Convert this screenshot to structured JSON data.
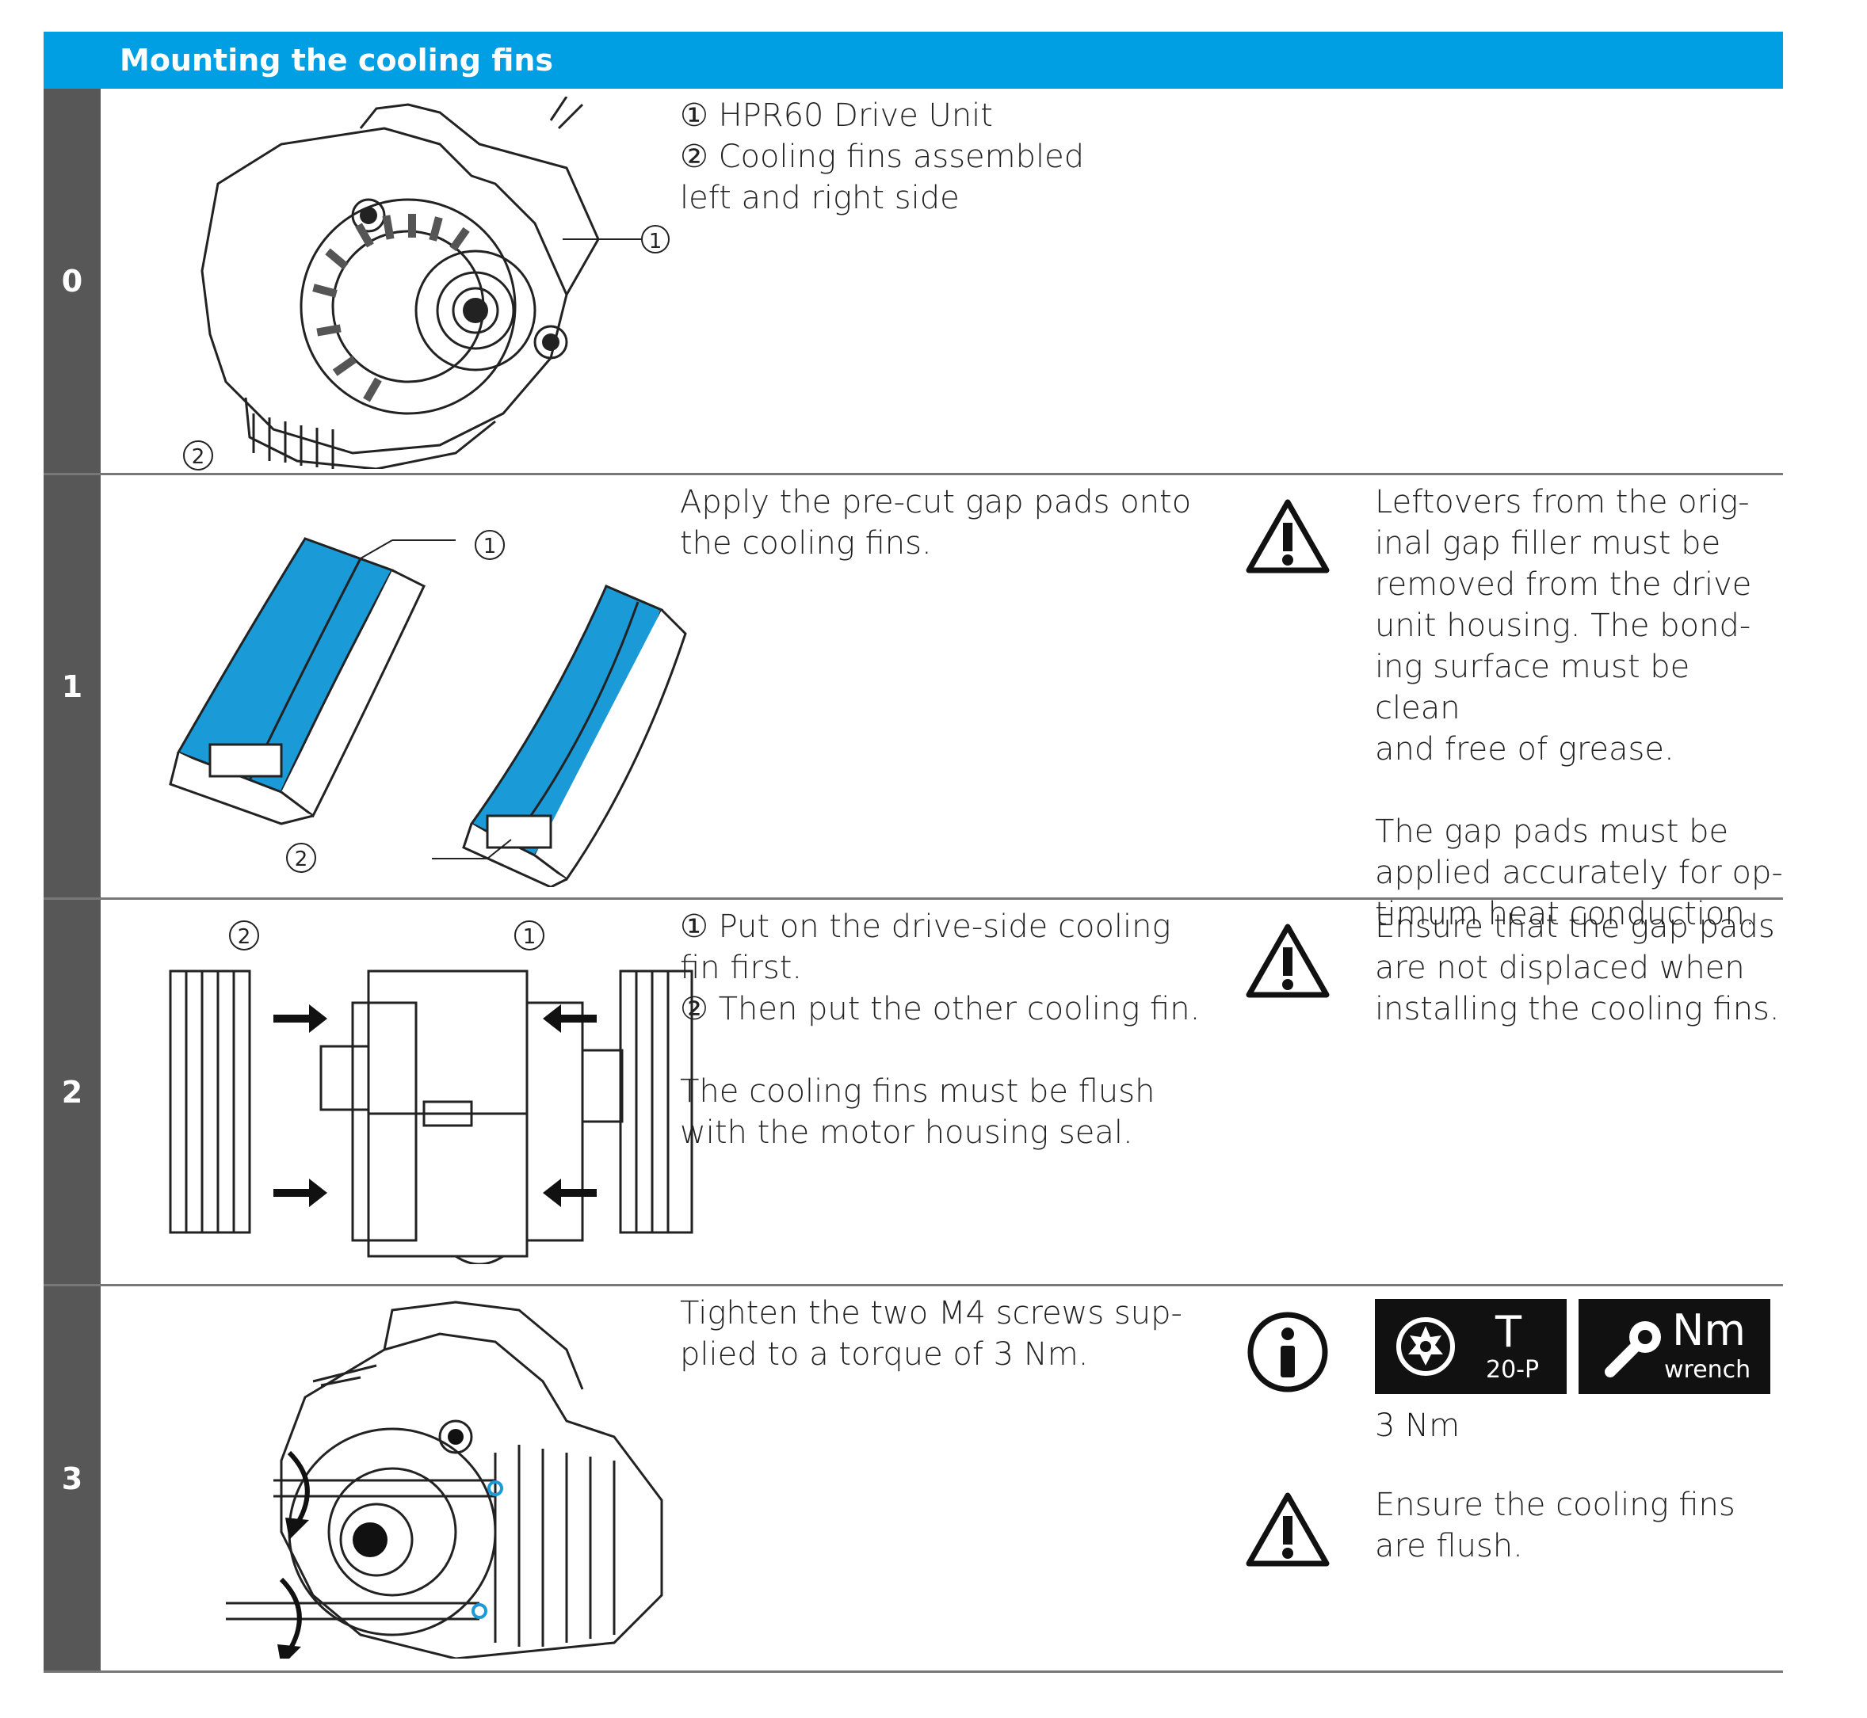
{
  "title": "Mounting the cooling fins",
  "rows": [
    {
      "step": "0",
      "callouts": [
        "1",
        "2"
      ],
      "text": "① HPR60 Drive Unit\n② Cooling fins assembled\n     left and right side"
    },
    {
      "step": "1",
      "callouts": [
        "1",
        "2"
      ],
      "text": "Apply the pre-cut gap pads onto\nthe cooling fins.",
      "note": "Leftovers from the orig-\ninal gap filler must be\nremoved from the drive\nunit housing. The bond-\ning surface must be clean\nand free of grease.\n\nThe gap pads must be\napplied accurately for op-\ntimum heat conduction."
    },
    {
      "step": "2",
      "callouts": [
        "2",
        "1"
      ],
      "text": "① Put on the drive-side cooling\n     fin first.\n② Then put the other cooling fin.\n\nThe cooling fins must be flush\nwith the motor housing seal.",
      "note": "Ensure that the gap pads\nare not displaced when\ninstalling the cooling fins."
    },
    {
      "step": "3",
      "text": "Tighten the two M4 screws sup-\nplied to a torque of 3 Nm.",
      "tool1": {
        "big": "T",
        "small": "20-P"
      },
      "tool2": {
        "big": "Nm",
        "small": "wrench"
      },
      "torque": "3 Nm",
      "note": "Ensure the cooling fins\nare flush."
    }
  ]
}
